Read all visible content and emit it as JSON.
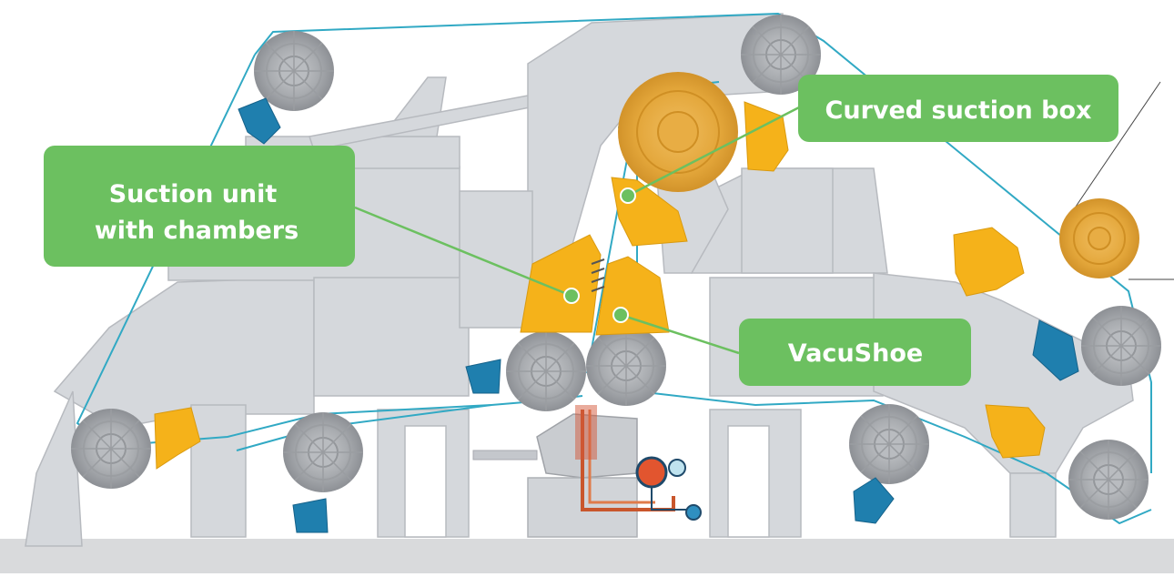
{
  "callouts": {
    "suction_unit_line1": "Suction unit",
    "suction_unit_line2": "with chambers",
    "curved_suction_box": "Curved suction box",
    "vacushoe": "VacuShoe"
  },
  "colors": {
    "callout_green": "#6cc060",
    "leader_green": "#6cc060",
    "frame_gray": "#d3d6da",
    "frame_dark": "#c4c7cc",
    "frame_stroke": "#b6b9be",
    "roll_gray": "#a7aaae",
    "roll_orange": "#e3a63a",
    "suction_orange": "#f5b21a",
    "shoe_blue": "#1f7fae",
    "fabric_line": "#31a9c4",
    "floor": "#d8d9db",
    "pipe_red": "#c9562c"
  },
  "icons": {
    "gray_roll": "gray-roll-icon",
    "orange_roll": "orange-roll-icon",
    "suction_box": "suction-box-icon",
    "blue_shoe": "blue-shoe-icon"
  }
}
